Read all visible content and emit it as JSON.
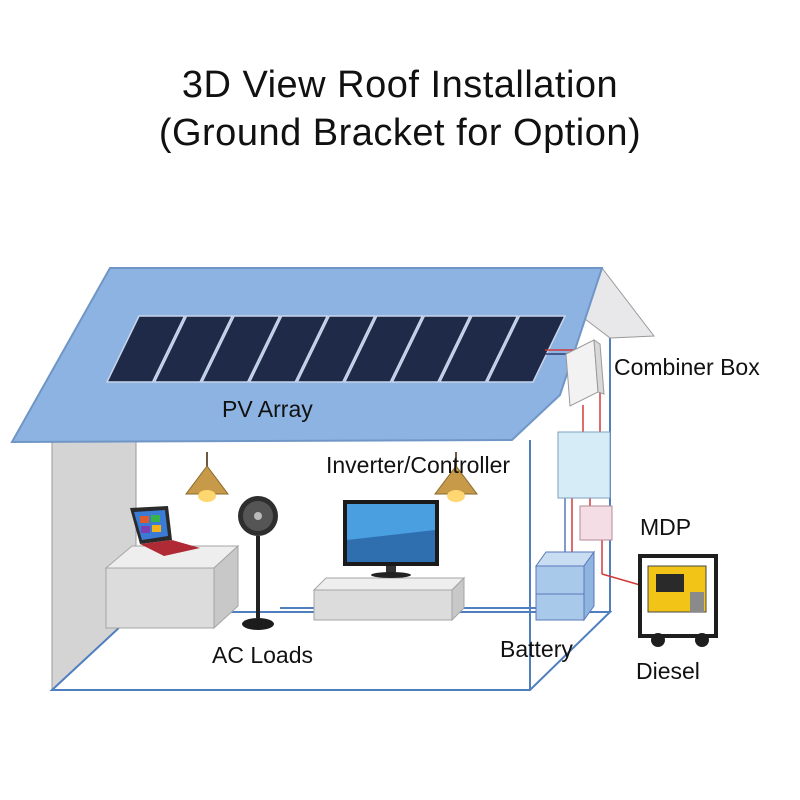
{
  "title": {
    "line1": "3D View Roof Installation",
    "line2": "(Ground Bracket for Option)"
  },
  "labels": {
    "pv_array": "PV Array",
    "combiner_box": "Combiner Box",
    "inverter_controller": "Inverter/Controller",
    "mdp": "MDP",
    "ac_loads": "AC Loads",
    "battery": "Battery",
    "diesel": "Diesel"
  },
  "pv_panel_count": 9,
  "colors": {
    "roof": "#8db3e2",
    "roof_edge": "#6f96c6",
    "solar_panel": "#1f2a48",
    "wall": "#d4d4d4",
    "floor_line": "#4f7fbf",
    "inverter": "#d6ecf6",
    "mdp": "#f4dde4",
    "battery": "#a9c9ea",
    "wire_red": "#d23b3b"
  }
}
